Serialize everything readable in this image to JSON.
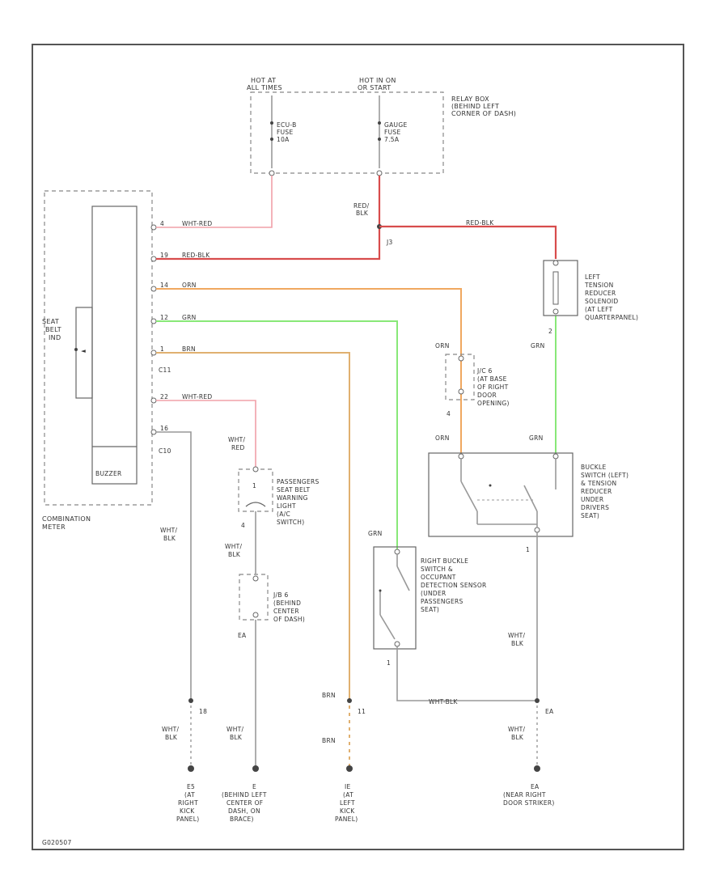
{
  "fuse_block": {
    "hot_left": [
      "HOT AT",
      "ALL TIMES"
    ],
    "hot_right": [
      "HOT IN ON",
      "OR START"
    ],
    "fuse_left": [
      "ECU-B",
      "FUSE",
      "10A"
    ],
    "fuse_right": [
      "GAUGE",
      "FUSE",
      "7.5A"
    ],
    "location": [
      "RELAY BOX",
      "(BEHIND LEFT",
      "CORNER OF DASH)"
    ]
  },
  "combination_meter": {
    "label": [
      "COMBINATION",
      "METER"
    ],
    "seat_belt_ind": [
      "SEAT",
      "BELT",
      "IND"
    ],
    "buzzer": "BUZZER",
    "connector_a": "C11",
    "connector_b": "C10",
    "pins": [
      "4",
      "19",
      "14",
      "12",
      "1",
      "22",
      "16"
    ]
  },
  "wires": {
    "wht_red_top": "WHT-RED",
    "red_blk_meter": "RED-BLK",
    "orn": "ORN",
    "grn": "GRN",
    "brn": "BRN",
    "wht_red_lower": "WHT-RED",
    "red_blk_splice": "RED/BLK",
    "red_blk_right": "RED-BLK",
    "wht_blk_bottom": "WHT-BLK"
  },
  "splices": {
    "s3": "J3",
    "jc": [
      "J/C 6",
      "(AT BASE",
      "OF RIGHT",
      "DOOR",
      "OPENING)"
    ],
    "jc_pin": "4",
    "jb": [
      "J/B 6",
      "(BEHIND",
      "CENTER",
      "OF DASH)"
    ],
    "jb_pin": "EA"
  },
  "left_tension_solenoid": {
    "label": [
      "LEFT",
      "TENSION",
      "REDUCER",
      "SOLENOID",
      "(AT LEFT",
      "QUARTERPANEL)"
    ],
    "pin": "2"
  },
  "buckle_switch_left": {
    "label": [
      "BUCKLE",
      "SWITCH (LEFT)",
      "& TENSION",
      "REDUCER",
      "UNDER",
      "DRIVERS",
      "SEAT)"
    ],
    "pin": "1"
  },
  "right_buckle_switch": {
    "label": [
      "RIGHT BUCKLE",
      "SWITCH &",
      "OCCUPANT",
      "DETECTION SENSOR",
      "(UNDER",
      "PASSENGERS",
      "SEAT)"
    ],
    "pin": "1"
  },
  "pass_warning": {
    "label": [
      "PASSENGERS",
      "SEAT BELT",
      "WARNING",
      "LIGHT",
      "(A/C",
      "SWITCH)"
    ],
    "pin_top": "1",
    "pin_bottom": "4"
  },
  "grounds": {
    "g1": {
      "pin": "18",
      "label": [
        "E5",
        "(AT",
        "RIGHT",
        "KICK",
        "PANEL)"
      ]
    },
    "g2": {
      "label": [
        "E",
        "(BEHIND LEFT",
        "CENTER OF",
        "DASH, ON",
        "BRACE)"
      ]
    },
    "g3": {
      "pin": "11",
      "label": [
        "IE",
        "(AT",
        "LEFT",
        "KICK",
        "PANEL)"
      ]
    },
    "g4": {
      "pin": "EA",
      "label": [
        "EA",
        "(NEAR RIGHT",
        "DOOR STRIKER)"
      ]
    }
  },
  "wire_labels": {
    "red_blk_a": [
      "RED/",
      "BLK"
    ],
    "orn_a": "ORN",
    "orn_b": "ORN",
    "grn_a": "GRN",
    "grn_b": "GRN",
    "grn_c": "GRN",
    "wht_red_a": [
      "WHT/",
      "RED"
    ],
    "wht_blk_a": [
      "WHT/",
      "BLK"
    ],
    "wht_blk_b": [
      "WHT/",
      "BLK"
    ],
    "wht_blk_c": [
      "WHT/",
      "BLK"
    ],
    "wht_blk_d": [
      "WHT/",
      "BLK"
    ],
    "wht_blk_e": [
      "WHT/",
      "BLK"
    ],
    "brn_a": "BRN",
    "brn_b": "BRN"
  },
  "footer_code": "G020507",
  "colors": {
    "red": "#e06060",
    "red_dark": "#d84c4c",
    "orange": "#f0a860",
    "green": "#88e878",
    "brown": "#e0b070",
    "pink": "#f0a0a8"
  }
}
